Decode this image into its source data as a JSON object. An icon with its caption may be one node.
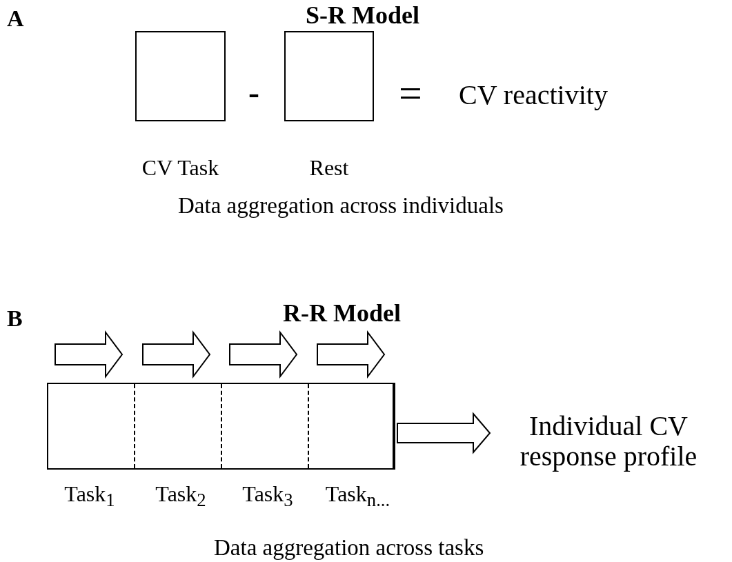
{
  "diagram": {
    "nodes": [
      {
        "text": [],
        "shape": "box",
        "beside": [
          "CV Task"
        ]
      },
      {
        "text": [],
        "shape": "box",
        "beside": [
          "Rest"
        ]
      },
      {
        "text": [],
        "shape": "box"
      },
      {
        "text": [],
        "shape": "box",
        "in": 2,
        "beside": [
          "Task$_{1}$"
        ]
      },
      {
        "text": [],
        "shape": "box",
        "in": 2,
        "beside": [
          "Task$_{2}$"
        ]
      },
      {
        "text": [],
        "shape": "box",
        "in": 2,
        "beside": [
          "Task$_{3}$"
        ]
      },
      {
        "text": [],
        "shape": "box",
        "in": 2,
        "beside": [
          "Task$_{n...}$"
        ]
      },
      {
        "text": [
          "Individual CV response profile"
        ]
      }
    ],
    "edges": [
      {
        "from": 2,
        "to": 7,
        "arrow": "to"
      }
    ],
    "labels": [
      "A",
      "S-R Model",
      "-",
      "=",
      "CV reactivity",
      "Data aggregation across individuals",
      "B",
      "R-R Model",
      "Data aggregation across tasks"
    ]
  }
}
